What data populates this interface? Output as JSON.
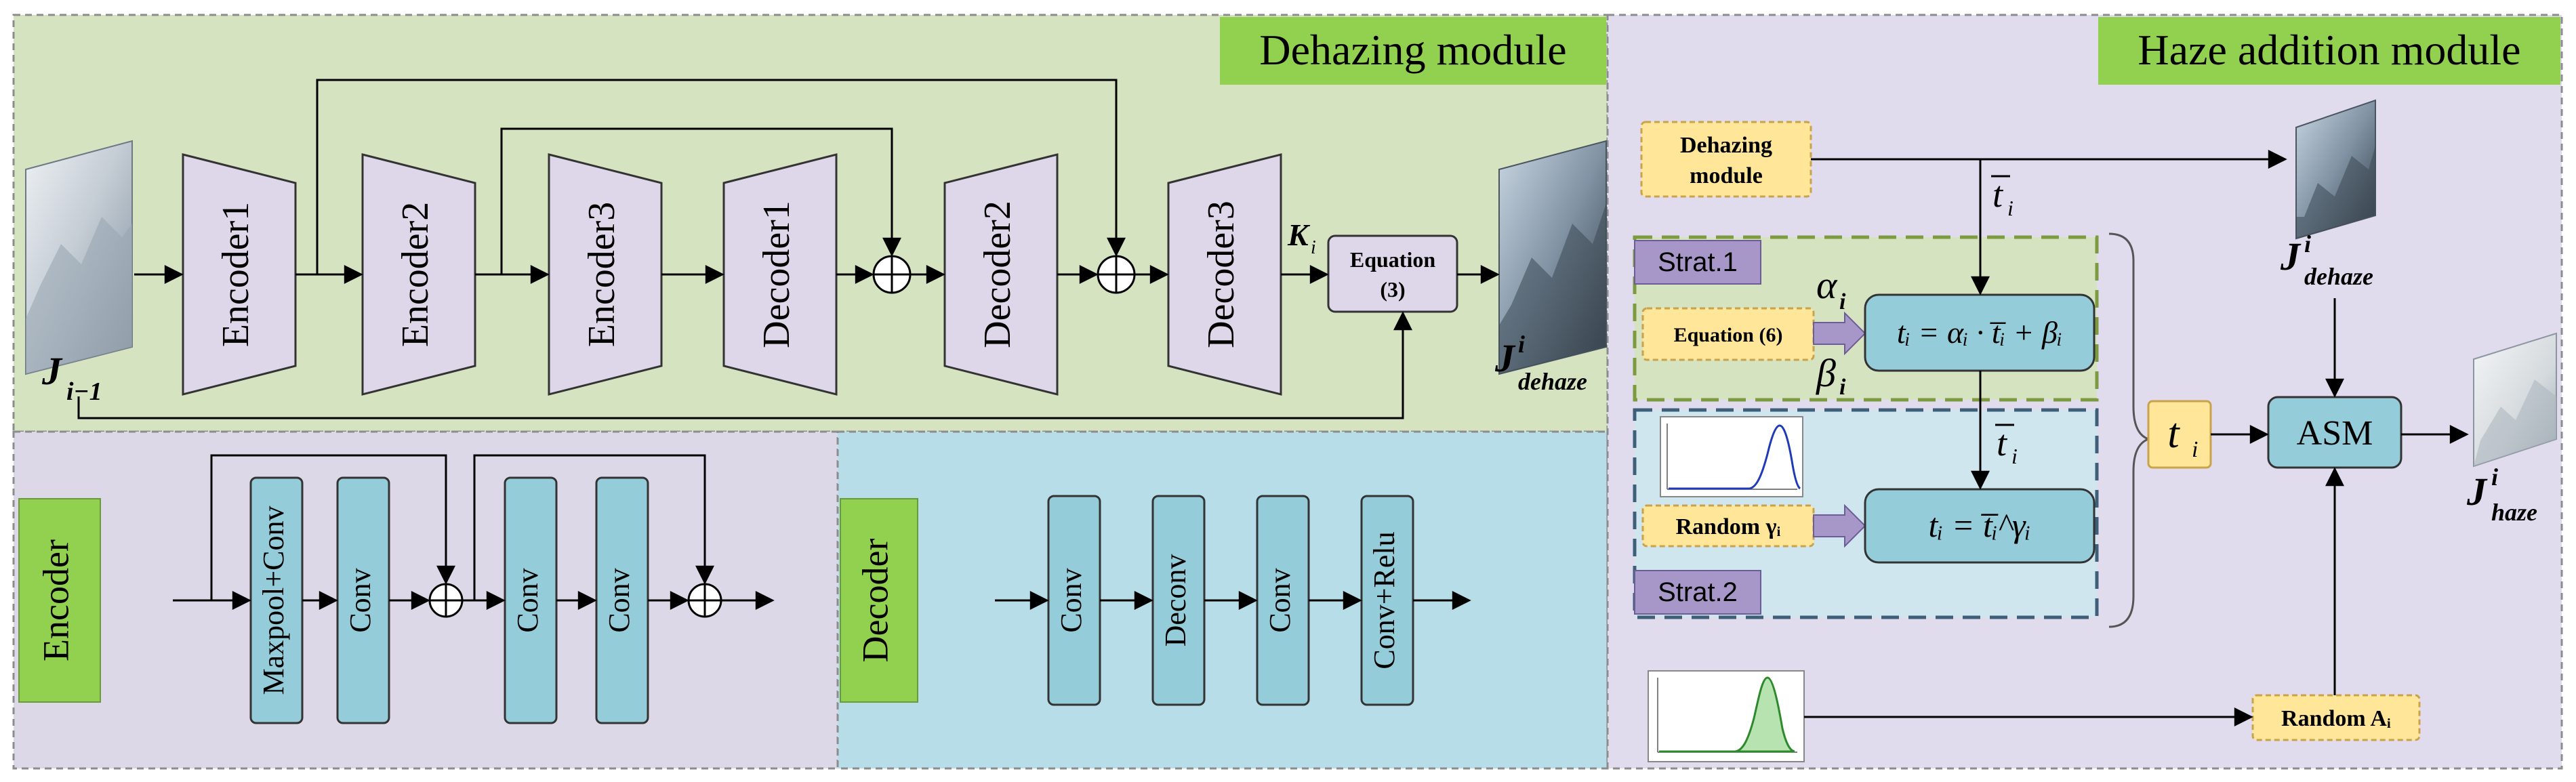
{
  "dehazing_module": {
    "title": "Dehazing module",
    "input_symbol": "J",
    "input_subscript": "i−1",
    "blocks": [
      "Encoder1",
      "Encoder2",
      "Encoder3",
      "Decoder1",
      "Decoder2",
      "Decoder3"
    ],
    "k_symbol": "K",
    "k_subscript": "i",
    "equation_line1": "Equation",
    "equation_line2": "(3)",
    "output_symbol": "J",
    "output_superscript": "i",
    "output_subscript": "dehaze"
  },
  "encoder_detail": {
    "label": "Encoder",
    "blocks": [
      "Maxpool+Conv",
      "Conv",
      "Conv",
      "Conv"
    ]
  },
  "decoder_detail": {
    "label": "Decoder",
    "blocks": [
      "Conv",
      "Deconv",
      "Conv",
      "Conv+Relu"
    ]
  },
  "haze_addition_module": {
    "title": "Haze addition module",
    "dehazing_module_line1": "Dehazing",
    "dehazing_module_line2": "module",
    "t_bar": "t",
    "t_bar_subscript": "i",
    "strat1_label": "Strat.1",
    "strat2_label": "Strat.2",
    "alpha": "α",
    "alpha_subscript": "i",
    "beta": "β",
    "beta_subscript": "i",
    "equation6_label": "Equation (6)",
    "formula1": "tᵢ = αᵢ · t̅ᵢ + βᵢ",
    "random_gamma_label": "Random γᵢ",
    "formula2": "tᵢ = t̅ᵢ^γᵢ",
    "t_i": "t",
    "t_i_subscript": "i",
    "asm_label": "ASM",
    "random_a_label": "Random Aᵢ",
    "dehaze_symbol": "J",
    "dehaze_superscript": "i",
    "dehaze_subscript": "dehaze",
    "haze_symbol": "J",
    "haze_superscript": "i",
    "haze_subscript": "haze"
  },
  "colors": {
    "dehazing_bg": "#d6e3c1",
    "encoder_bg": "#ddd8e7",
    "decoder_bg": "#b7dde8",
    "haze_bg": "#e1dced",
    "title_green": "#92d050",
    "block_lilac": "#ddd7e9",
    "block_teal": "#94cdd9",
    "block_yellow": "#ffe699",
    "strat_purple": "#a797c9"
  }
}
